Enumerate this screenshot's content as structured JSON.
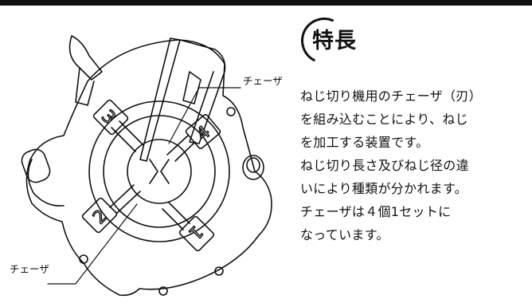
{
  "heading": {
    "title": "特長"
  },
  "callouts": {
    "top": "チェーザ",
    "bottom": "チェーザ"
  },
  "description": {
    "lines": [
      "ねじ切り機用のチェーザ（刃）",
      "を組み込むことにより、ねじ",
      "を加工する装置です。",
      "ねじ切り長さ及びねじ径の違",
      "いにより種類が分かれます。",
      "チェーザは４個1セットに",
      "なっています。"
    ]
  },
  "illustration": {
    "slot_numbers": [
      "3",
      "4",
      "2",
      "1"
    ]
  }
}
